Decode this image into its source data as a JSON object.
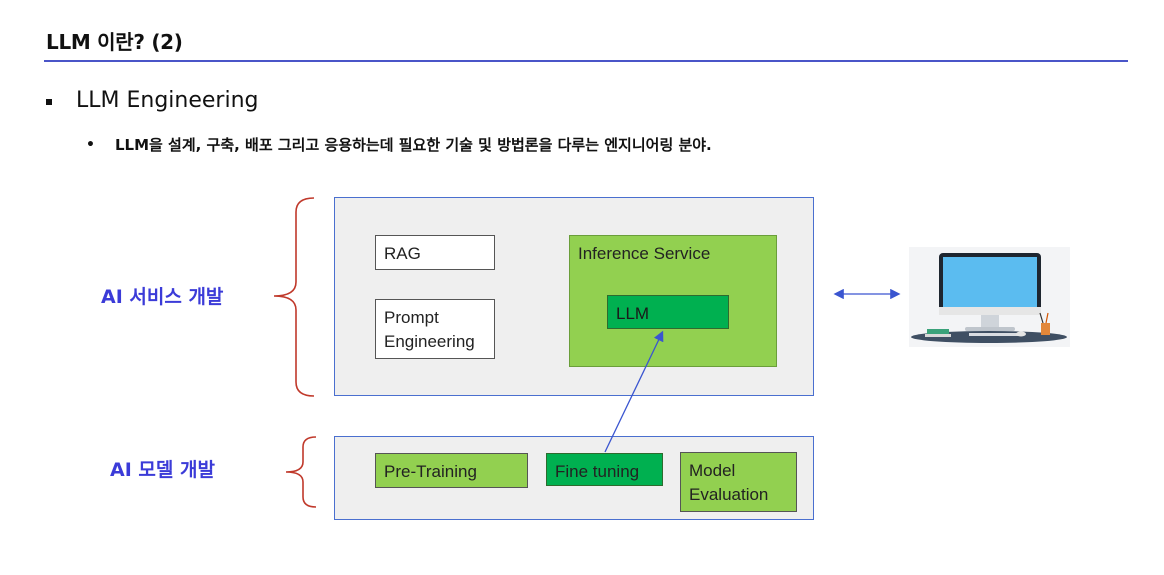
{
  "slide": {
    "title": "LLM 이란? (2)",
    "bullet1": "LLM Engineering",
    "bullet2": "LLM을 설계, 구축, 배포 그리고 응용하는데 필요한 기술 및 방법론을 다루는 엔지니어링 분야."
  },
  "diagram": {
    "service_label": "AI 서비스 개발",
    "model_label": "AI 모델 개발",
    "rag": "RAG",
    "prompt_line1": "Prompt",
    "prompt_line2": "Engineering",
    "inference": "Inference Service",
    "llm": "LLM",
    "pretraining": "Pre-Training",
    "finetuning": "Fine tuning",
    "evaluation_line1": "Model",
    "evaluation_line2": "Evaluation"
  },
  "colors": {
    "accent_rule": "#4a55c8",
    "label_blue": "#3b3bd8",
    "brace_red": "#c0392b",
    "light_green": "#92d050",
    "dark_green": "#00b050",
    "panel_bg": "#efefef",
    "panel_border": "#4a6fcf"
  },
  "icons": {
    "computer": "desktop-computer-icon",
    "arrow": "double-arrow-icon"
  }
}
